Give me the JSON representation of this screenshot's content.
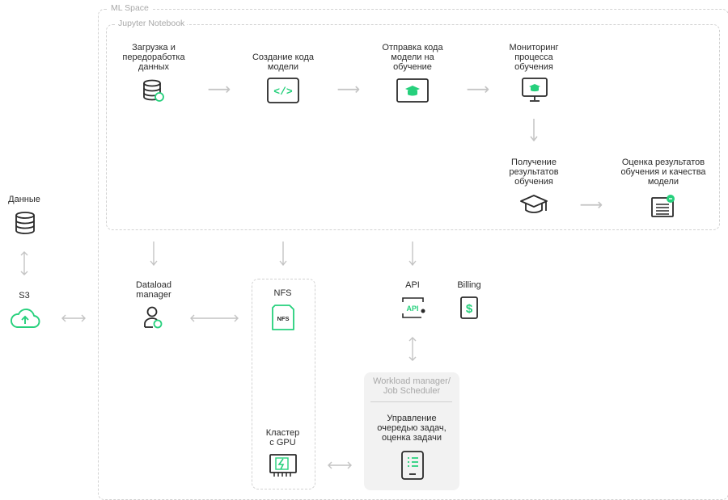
{
  "frames": {
    "ml_space": "ML Space",
    "jupyter": "Jupyter Notebook",
    "workload_manager": "Workload manager/\nJob Scheduler"
  },
  "steps": {
    "upload": "Загрузка и\nпередоработка\nданных",
    "code": "Создание кода\nмодели",
    "send": "Отправка кода\nмодели на\nобучение",
    "monitor": "Мониторинг\nпроцесса\nобучения",
    "results": "Получение\nрезультатов\nобучения",
    "evaluate": "Оценка результатов\nобучения и качества\nмодели"
  },
  "nodes": {
    "data": "Данные",
    "s3": "S3",
    "dataload": "Dataload\nmanager",
    "nfs": "NFS",
    "gpu_cluster": "Кластер\nс GPU",
    "api": "API",
    "billing": "Billing",
    "queue": "Управление\nочередью задач,\nоценка задачи"
  },
  "icon_text": {
    "api_badge": "API",
    "nfs_badge": "NFS",
    "code_badge": "</>",
    "billing_symbol": "$"
  },
  "colors": {
    "accent": "#26d07c",
    "icon_stroke": "#2a2a2a",
    "arrow": "#c4c4c4",
    "frame_border": "#d2d2d2"
  }
}
